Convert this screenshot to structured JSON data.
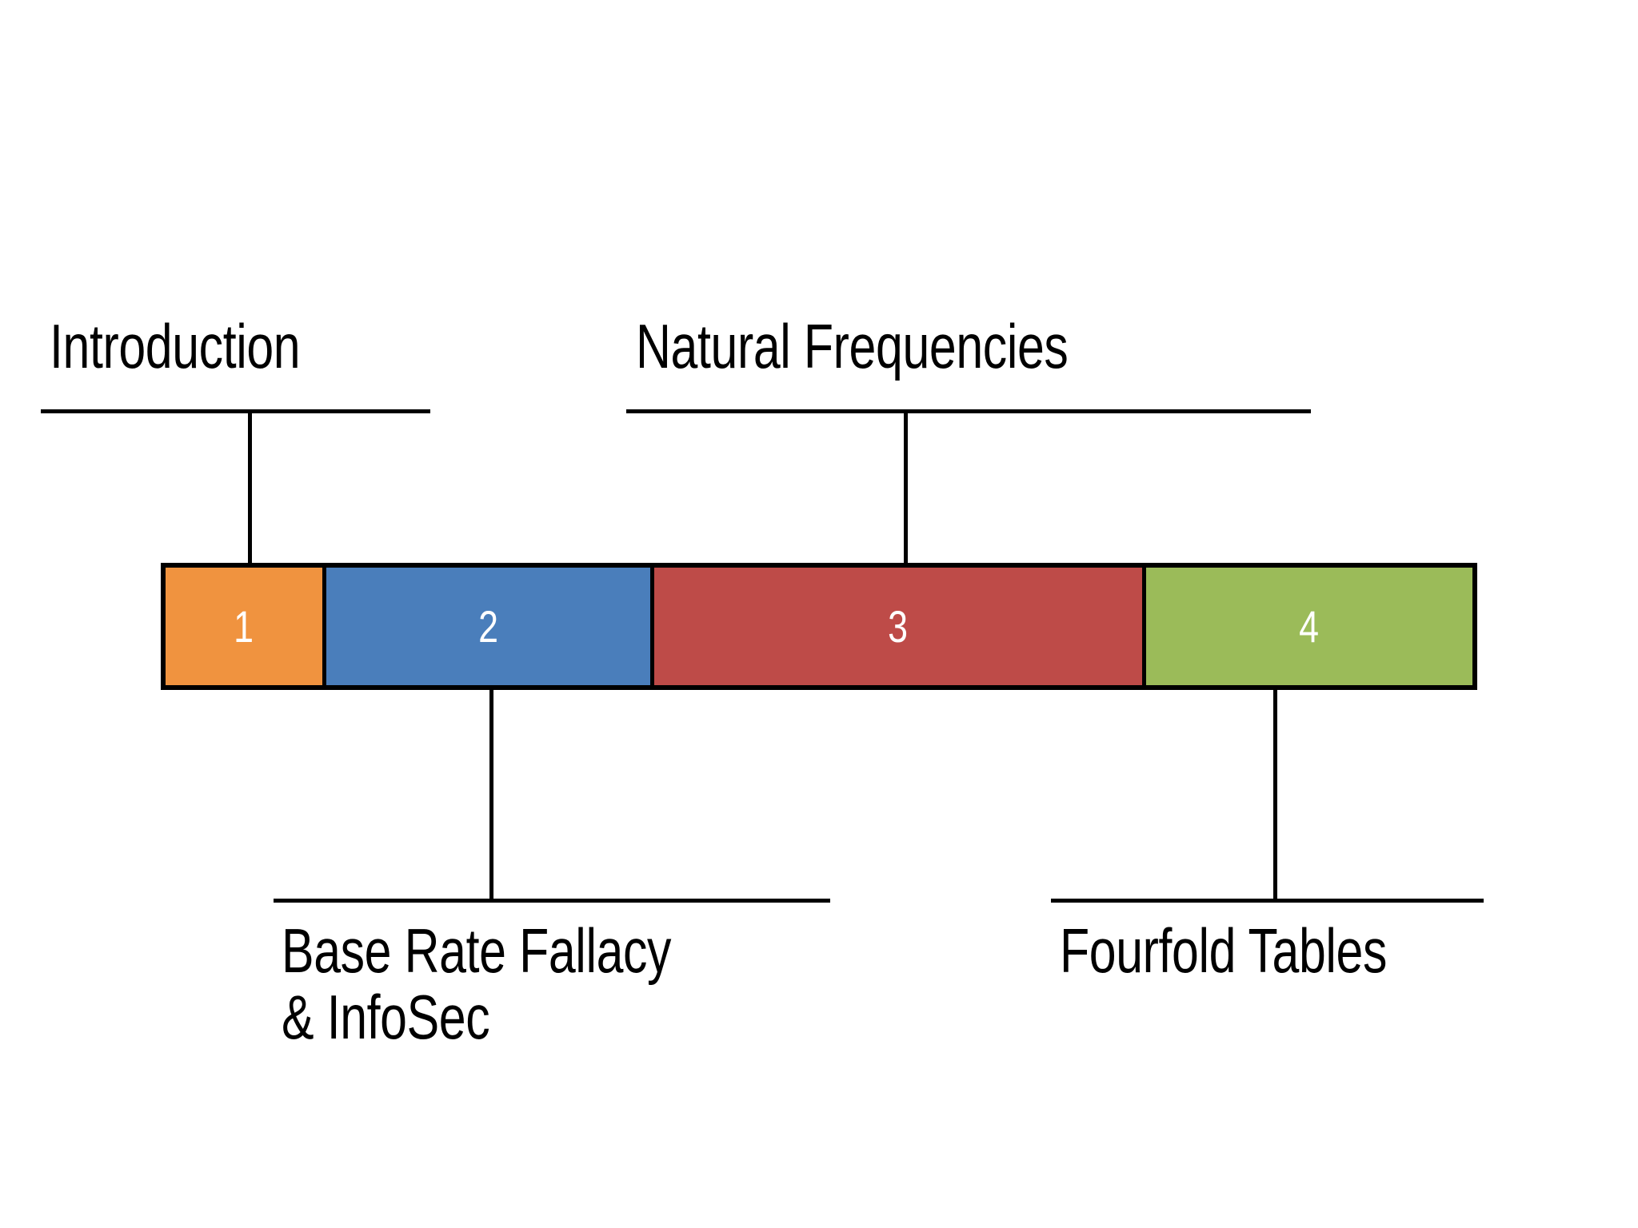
{
  "slide": {
    "type": "outline-progress-timeline",
    "background_color": "#FFFFFF"
  },
  "timeline": {
    "segments": [
      {
        "number": "1",
        "color": "#F0933F",
        "label": "Introduction"
      },
      {
        "number": "2",
        "color": "#4A7EBB",
        "label": "Base Rate Fallacy\n& InfoSec"
      },
      {
        "number": "3",
        "color": "#BE4B48",
        "label": "Natural Frequencies"
      },
      {
        "number": "4",
        "color": "#9BBB59",
        "label": "Fourfold Tables"
      }
    ],
    "border_color": "#000000",
    "number_color": "#FFFFFF"
  },
  "callouts": {
    "top_left": {
      "text": "Introduction",
      "segment": "1"
    },
    "top_right": {
      "text": "Natural Frequencies",
      "segment": "3"
    },
    "bottom_left": {
      "text": "Base Rate Fallacy\n& InfoSec",
      "segment": "2"
    },
    "bottom_right": {
      "text": "Fourfold Tables",
      "segment": "4"
    }
  }
}
